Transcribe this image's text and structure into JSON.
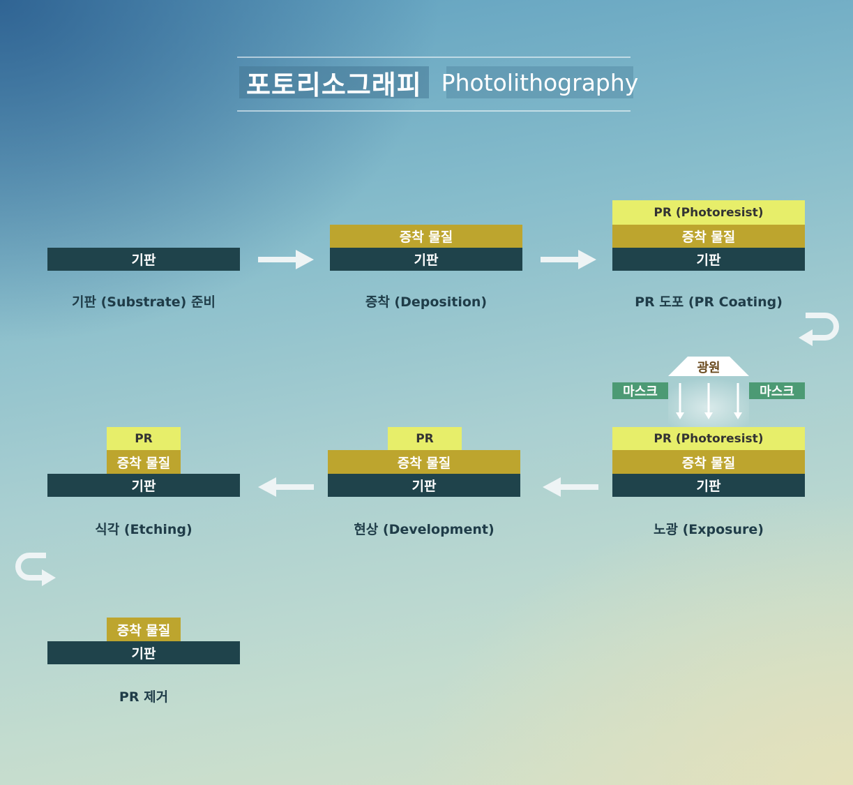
{
  "title": {
    "korean": "포토리소그래피",
    "english": "Photolithography"
  },
  "layers": {
    "substrate": "기판",
    "deposition": "증착 물질",
    "photoresist": "PR (Photoresist)",
    "pr_short": "PR"
  },
  "exposure": {
    "light_source": "광원",
    "mask_left": "마스크",
    "mask_right": "마스크"
  },
  "steps": [
    {
      "caption": "기판 (Substrate) 준비"
    },
    {
      "caption": "증착 (Deposition)"
    },
    {
      "caption": "PR 도포 (PR Coating)"
    },
    {
      "caption": "노광 (Exposure)"
    },
    {
      "caption": "현상 (Development)"
    },
    {
      "caption": "식각 (Etching)"
    },
    {
      "caption": "PR 제거"
    }
  ],
  "colors": {
    "substrate": "#1f434b",
    "deposition": "#bda52e",
    "photoresist": "#e7ee6a",
    "mask": "#4c9a74",
    "caption": "#1f3c48"
  }
}
